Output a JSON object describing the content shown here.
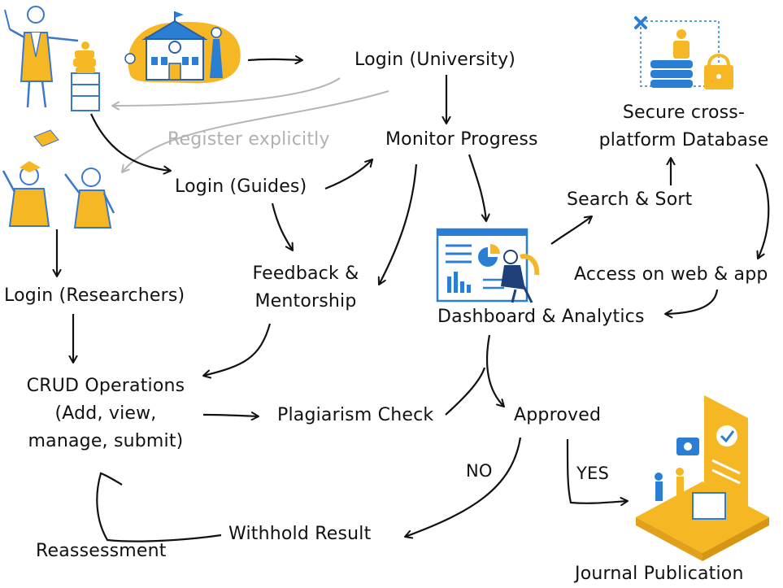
{
  "nodes": {
    "login_university": "Login (University)",
    "register_explicitly": "Register explicitly",
    "monitor_progress": "Monitor Progress",
    "secure_db_line1": "Secure cross-",
    "secure_db_line2": "platform Database",
    "login_guides": "Login (Guides)",
    "search_sort": "Search & Sort",
    "feedback_line1": "Feedback &",
    "feedback_line2": "Mentorship",
    "access_web_app": "Access on web & app",
    "login_researchers": "Login (Researchers)",
    "dashboard_analytics": "Dashboard & Analytics",
    "crud_line1": "CRUD Operations",
    "crud_line2": "(Add, view,",
    "crud_line3": "manage, submit)",
    "plagiarism_check": "Plagiarism Check",
    "approved": "Approved",
    "no": "NO",
    "yes": "YES",
    "withhold_result": "Withhold Result",
    "reassessment": "Reassessment",
    "journal_publication": "Journal Publication"
  },
  "colors": {
    "accent_yellow": "#f5b824",
    "accent_blue": "#2a7fd4",
    "arrow": "#111111",
    "arrow_gray": "#b5b5b5",
    "text_gray": "#b0b0b0"
  },
  "illustrations": [
    "professor-illustration",
    "university-building-illustration",
    "database-lock-illustration",
    "graduates-illustration",
    "dashboard-analytics-illustration",
    "journal-publication-illustration"
  ]
}
